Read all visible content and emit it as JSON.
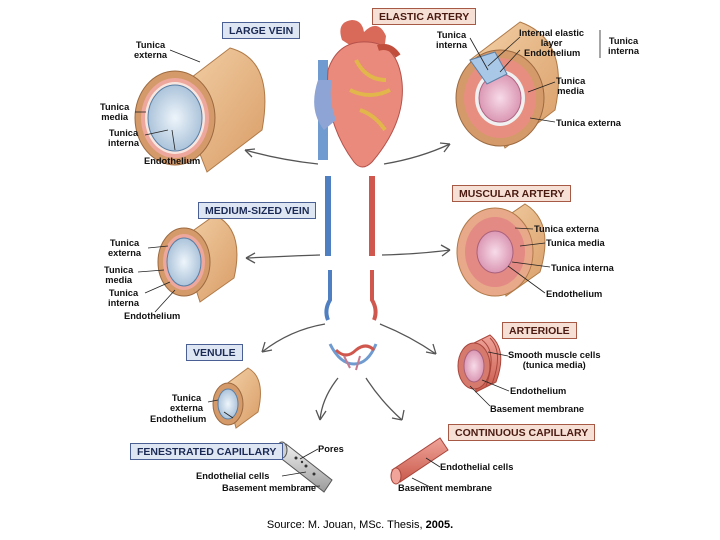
{
  "titles": {
    "large_vein": "LARGE VEIN",
    "elastic_artery": "ELASTIC ARTERY",
    "medium_vein": "MEDIUM-SIZED VEIN",
    "muscular_artery": "MUSCULAR ARTERY",
    "venule": "VENULE",
    "arteriole": "ARTERIOLE",
    "fenestrated_capillary": "FENESTRATED CAPILLARY",
    "continuous_capillary": "CONTINUOUS CAPILLARY"
  },
  "labels": {
    "lv_externa": "Tunica\nexterna",
    "lv_media": "Tunica\nmedia",
    "lv_interna": "Tunica\ninterna",
    "lv_endo": "Endothelium",
    "ea_interna_left": "Tunica\ninterna",
    "ea_internal_elastic": "Internal elastic\nlayer",
    "ea_endo": "Endothelium",
    "ea_interna_right": "Tunica\ninterna",
    "ea_media": "Tunica\nmedia",
    "ea_externa": "Tunica externa",
    "mv_externa": "Tunica\nexterna",
    "mv_media": "Tunica\nmedia",
    "mv_interna": "Tunica\ninterna",
    "mv_endo": "Endothelium",
    "ma_externa": "Tunica externa",
    "ma_media": "Tunica media",
    "ma_interna": "Tunica interna",
    "ma_endo": "Endothelium",
    "v_externa": "Tunica\nexterna",
    "v_endo": "Endothelium",
    "ar_smooth": "Smooth muscle cells\n(tunica media)",
    "ar_endo": "Endothelium",
    "ar_basement": "Basement membrane",
    "fc_pores": "Pores",
    "fc_endo_cells": "Endothelial cells",
    "fc_basement": "Basement membrane",
    "cc_endo_cells": "Endothelial cells",
    "cc_basement": "Basement membrane"
  },
  "caption": {
    "prefix": "Source: M. Jouan, MSc. Thesis, ",
    "year": "2005."
  },
  "colors": {
    "vein_blue": "#6f9bd0",
    "artery_red": "#e07070",
    "externa_tan": "#e8b989",
    "media_pink": "#e79a90",
    "lumen_vein": "#d9e8f2",
    "lumen_artery": "#f3c4d6"
  }
}
